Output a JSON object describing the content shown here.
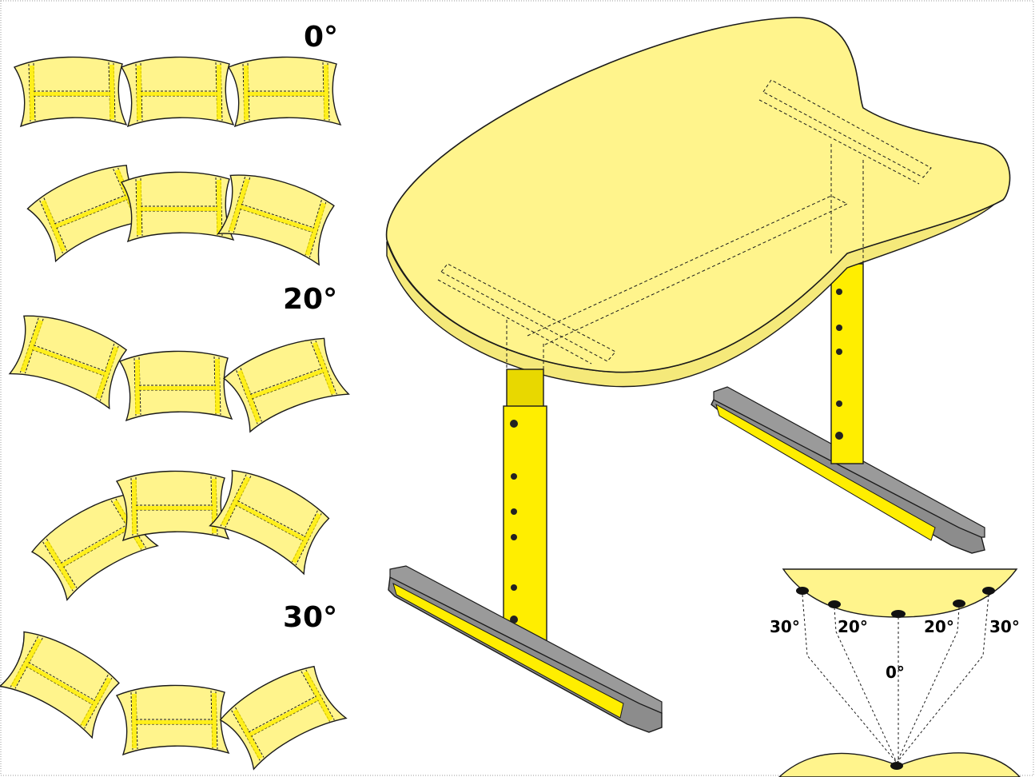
{
  "colors": {
    "top": "#fff48c",
    "top_edge": "#f5e97a",
    "leg": "#ffee00",
    "leg_shade": "#e8d800",
    "foot": "#8c8c8c",
    "outline": "#1a1a1a",
    "hole": "#222222"
  },
  "arrangements": [
    {
      "label": "0°"
    },
    {
      "label": ""
    },
    {
      "label": "20°"
    },
    {
      "label": ""
    },
    {
      "label": "30°"
    }
  ],
  "inset": {
    "angles": {
      "left_outer": "30°",
      "left_inner": "20°",
      "center": "0°",
      "right_inner": "20°",
      "right_outer": "30°"
    }
  }
}
